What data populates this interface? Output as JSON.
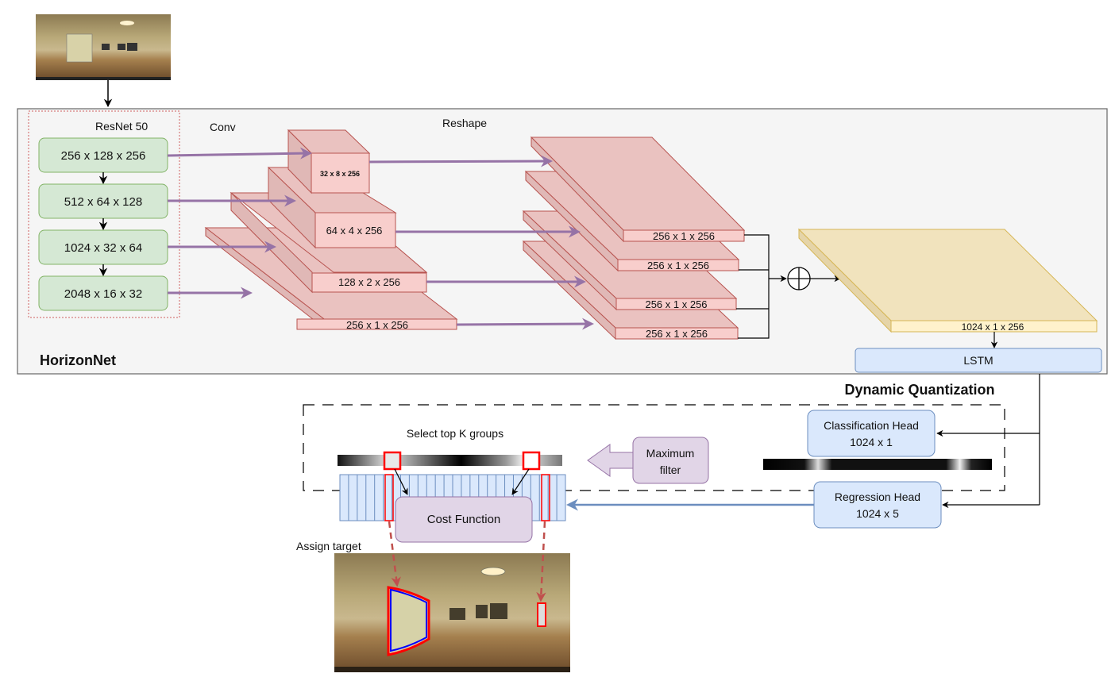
{
  "horizonnet": {
    "title": "HorizonNet",
    "backbone_label": "ResNet 50",
    "conv_label": "Conv",
    "reshape_label": "Reshape",
    "resnet_blocks": [
      "256 x 128 x 256",
      "512 x 64 x 128",
      "1024 x 32 x 64",
      "2048 x 16 x 32"
    ],
    "conv_blocks": [
      "32 x 8 x 256",
      "64 x 4 x 256",
      "128 x 2 x 256",
      "256 x 1 x 256"
    ],
    "reshape_blocks": [
      "256 x 1 x 256",
      "256 x 1 x 256",
      "256 x 1 x 256",
      "256 x 1 x 256"
    ],
    "concat_block": "1024 x 1 x 256",
    "lstm_label": "LSTM",
    "sum_symbol": "concat-plus-icon"
  },
  "dynamic_quantization": {
    "title": "Dynamic Quantization",
    "classification_head": [
      "Classification Head",
      "1024 x 1"
    ],
    "regression_head": [
      "Regression Head",
      "1024 x 5"
    ],
    "maximum_filter": [
      "Maximum",
      "filter"
    ],
    "select_label": "Select top K groups",
    "cost_function": "Cost Function",
    "assign_label": "Assign target"
  },
  "colors": {
    "resnet_fill": "#d5e8d4",
    "resnet_stroke": "#82b366",
    "conv_front": "#f8cecc",
    "conv_side": "#e0b8b6",
    "conv_top": "#eac2c0",
    "conv_stroke": "#b85450",
    "concat_front": "#fff2cc",
    "concat_top": "#f1e3bd",
    "concat_stroke": "#d6b656",
    "lstm_fill": "#dae8fc",
    "lstm_stroke": "#6c8ebf",
    "purple_arrow": "#9673a6",
    "purple_box": "#e1d5e7",
    "panel_bg": "#f5f5f5",
    "highlight_red": "#ff0000",
    "highlight_blue": "#0000ff"
  }
}
